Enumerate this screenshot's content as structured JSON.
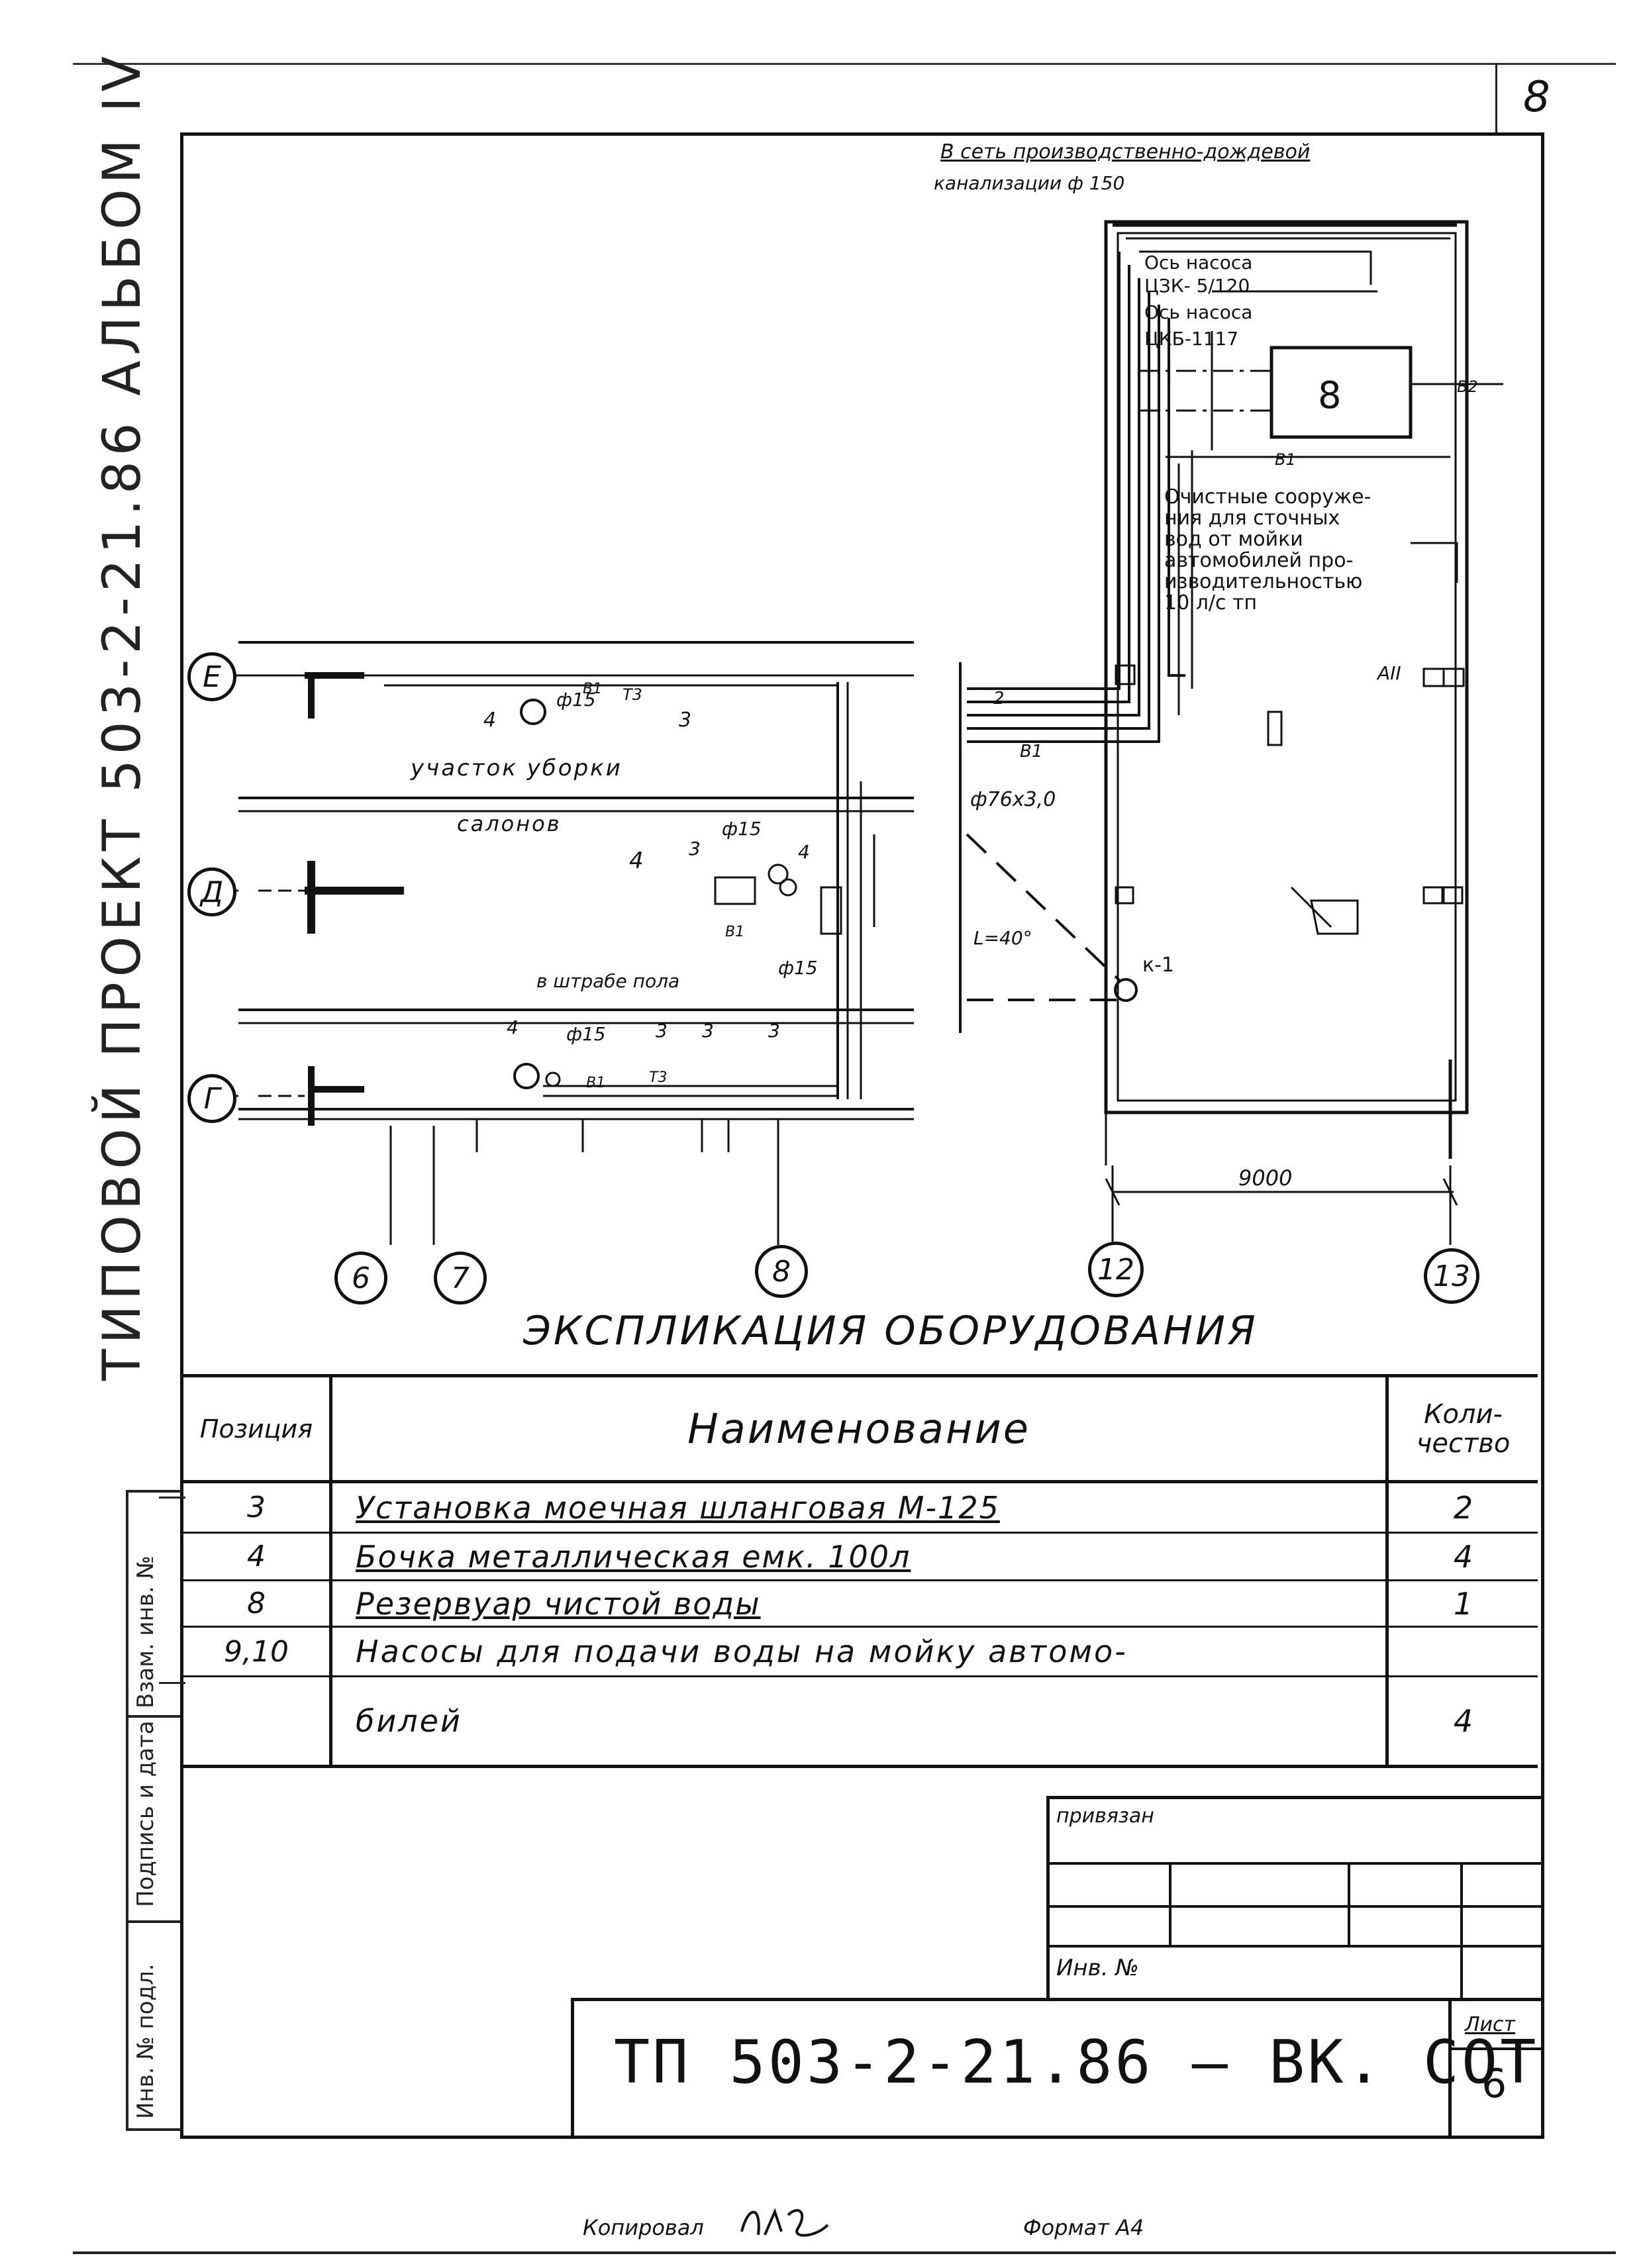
{
  "sheet_number": "8",
  "side_title": "ТИПОВОЙ ПРОЕКТ 503-2-21.86 АЛЬБОМ IV",
  "side_stamps": [
    "Инв. № подл.",
    "Подпись и дата",
    "Взам. инв. №"
  ],
  "drawing": {
    "network_note_line1": "В сеть производственно-дождевой",
    "network_note_line2": "канализации ф 150",
    "pump_axis_1": "Ось насоса",
    "pump_model_1": "ЦЗК- 5/120",
    "pump_axis_2": "Ось насоса",
    "pump_model_2": "ЦКБ-1117",
    "tank_label": "8",
    "pipe_b2": "В2",
    "pipe_b1_top": "В1",
    "treatment_note": [
      "Очистные сооруже-",
      "ния для сточных",
      "вод от мойки",
      "автомобилей про-",
      "изводительностью",
      "10 л/с тп"
    ],
    "label_a": "АII",
    "pipe_t2": "2",
    "pipe_b1_mid": "В1",
    "pipe_dim": "ф76х3,0",
    "angle": "L=40°",
    "k1": "к-1",
    "dim_9000": "9000",
    "area_label_1": "участок уборки",
    "area_label_2": "салонов",
    "floor_note": "в штрабе пола",
    "phi15": "ф15",
    "pos3": "3",
    "pos4": "4",
    "t3": "Т3",
    "b1": "В1",
    "axes_rows": [
      "Е",
      "Д",
      "Г"
    ],
    "axes_cols": [
      "6",
      "7",
      "8",
      "12",
      "13"
    ]
  },
  "explication_title": "ЭКСПЛИКАЦИЯ ОБОРУДОВАНИЯ",
  "table": {
    "headers": [
      "Позиция",
      "Наименование",
      "Коли-\nчество"
    ],
    "rows": [
      {
        "pos": "3",
        "name": "Установка моечная шланговая М-125",
        "qty": "2"
      },
      {
        "pos": "4",
        "name": "Бочка металлическая емк. 100л",
        "qty": "4"
      },
      {
        "pos": "8",
        "name": "Резервуар чистой воды",
        "qty": "1"
      },
      {
        "pos": "9,10",
        "name": "Насосы для подачи воды на мойку автомо-",
        "qty": ""
      },
      {
        "pos": "",
        "name": "билей",
        "qty": "4"
      }
    ]
  },
  "titleblock": {
    "bound": "привязан",
    "inv_no": "Инв. №",
    "code": "ТП 503-2-21.86 — ВК. СОТ",
    "sheet_label": "Лист",
    "sheet_value": "6"
  },
  "footer": {
    "copied": "Копировал",
    "format": "Формат А4"
  }
}
